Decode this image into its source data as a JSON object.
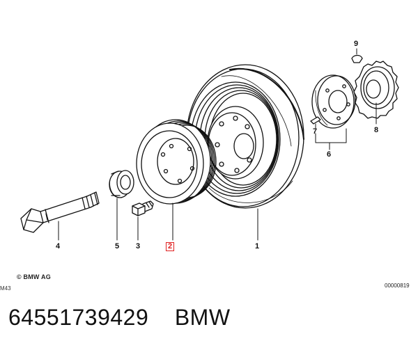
{
  "callouts": {
    "c1": "1",
    "c2": "2",
    "c3": "3",
    "c4": "4",
    "c5": "5",
    "c6": "6",
    "c7": "7",
    "c8": "8",
    "c9": "9"
  },
  "highlighted_callout": "2",
  "highlight_color": "#e02020",
  "copyright": "© BMW AG",
  "side_tag": "M43",
  "diagram_number": "00000819",
  "caption": "64551739429    BMW"
}
